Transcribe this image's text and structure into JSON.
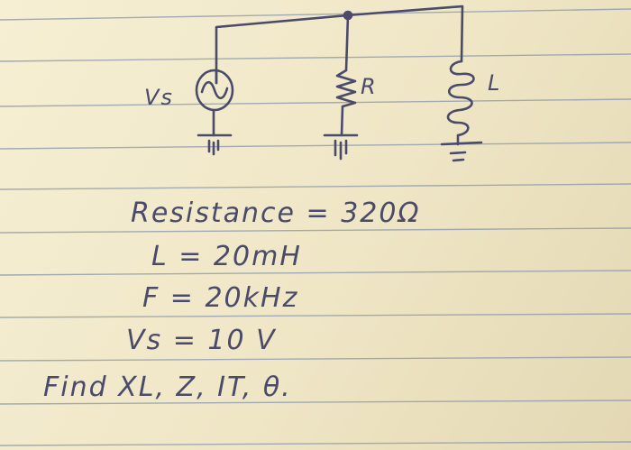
{
  "circuit": {
    "source_label": "Vs",
    "resistor_label": "R",
    "inductor_label": "L"
  },
  "givens": {
    "resistance": "Resistance = 320Ω",
    "inductance": "L = 20mH",
    "frequency": "F = 20kHz",
    "voltage": "Vs = 10 V"
  },
  "task": "Find XL, Z, IT, θ.",
  "colors": {
    "ink": "#4a4a6a",
    "rule": "#8f9aae",
    "paper": "#f3ecd0"
  }
}
